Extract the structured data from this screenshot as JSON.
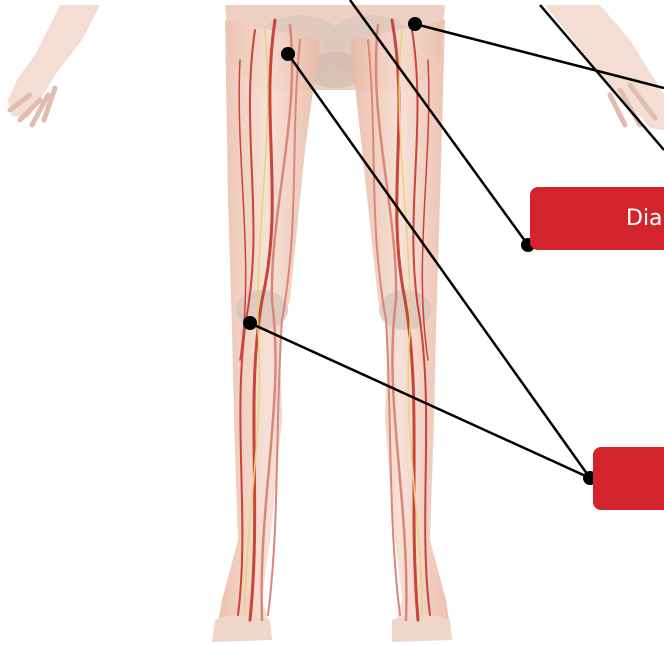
{
  "callouts": [
    {
      "id": "top",
      "label": "Dia"
    },
    {
      "id": "bottom",
      "label": ""
    }
  ],
  "colors": {
    "callout_fill": "#d3232c",
    "callout_text": "#ffffff",
    "leader_line": "#000000",
    "skin": "#f2d2c4",
    "artery": "#c9443a",
    "vein": "#d9877a",
    "nerve": "#e8d27a"
  }
}
